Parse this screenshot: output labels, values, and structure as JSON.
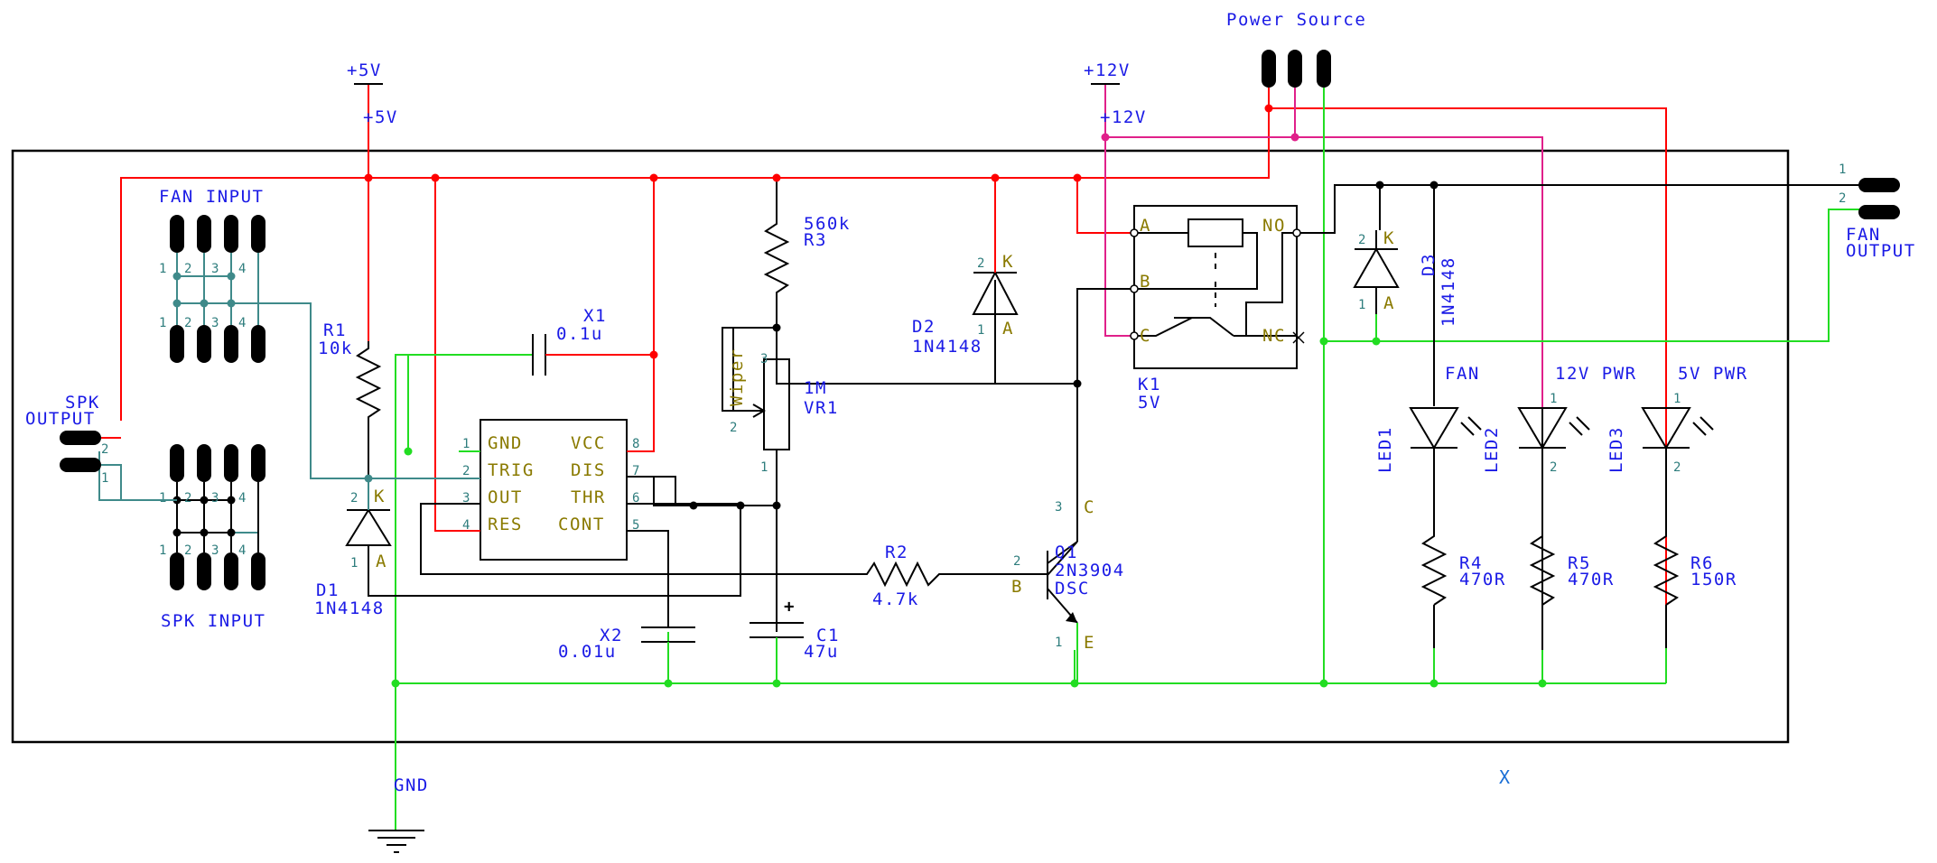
{
  "power": {
    "source_label": "Power Source",
    "v5_label": "+5V",
    "v5_net_label": "+5V",
    "v12_label": "+12V",
    "v12_net_label": "+12V",
    "gnd_label": "GND"
  },
  "connectors": {
    "fan_input": "FAN INPUT",
    "spk_input": "SPK INPUT",
    "spk_output_line1": "SPK",
    "spk_output_line2": "OUTPUT",
    "fan_output_line1": "FAN",
    "fan_output_line2": "OUTPUT",
    "header_pins": [
      "1",
      "2",
      "3",
      "4"
    ],
    "out_pins": [
      "1",
      "2"
    ]
  },
  "components": {
    "r1": {
      "ref": "R1",
      "value": "10k"
    },
    "r2": {
      "ref": "R2",
      "value": "4.7k"
    },
    "r3": {
      "value": "560k",
      "ref": "R3"
    },
    "r4": {
      "ref": "R4",
      "value": "470R"
    },
    "r5": {
      "ref": "R5",
      "value": "470R"
    },
    "r6": {
      "ref": "R6",
      "value": "150R"
    },
    "vr1": {
      "value": "1M",
      "ref": "VR1",
      "wiper": "Wiper"
    },
    "x1": {
      "ref": "X1",
      "value": "0.1u"
    },
    "x2": {
      "ref": "X2",
      "value": "0.01u"
    },
    "c1": {
      "ref": "C1",
      "value": "47u",
      "plus": "+"
    },
    "d1": {
      "ref": "D1",
      "value": "1N4148"
    },
    "d2": {
      "ref": "D2",
      "value": "1N4148"
    },
    "d3": {
      "ref": "D3",
      "value": "1N4148"
    },
    "q1": {
      "ref": "Q1",
      "value": "2N3904",
      "pkg": "DSC",
      "b": "B",
      "c": "C",
      "e": "E"
    },
    "k1": {
      "ref": "K1",
      "value": "5V",
      "a": "A",
      "b": "B",
      "c": "C",
      "no": "NO",
      "nc": "NC"
    },
    "led1": {
      "ref": "LED1",
      "title": "FAN"
    },
    "led2": {
      "ref": "LED2",
      "title": "12V PWR"
    },
    "led3": {
      "ref": "LED3",
      "title": "5V PWR"
    },
    "ic555": {
      "left_pins": [
        {
          "num": "1",
          "name": "GND"
        },
        {
          "num": "2",
          "name": "TRIG"
        },
        {
          "num": "3",
          "name": "OUT"
        },
        {
          "num": "4",
          "name": "RES"
        }
      ],
      "right_pins": [
        {
          "num": "8",
          "name": "VCC"
        },
        {
          "num": "7",
          "name": "DIS"
        },
        {
          "num": "6",
          "name": "THR"
        },
        {
          "num": "5",
          "name": "CONT"
        }
      ]
    },
    "diode_pins": {
      "anode": "A",
      "cathode": "K",
      "a_num": "1",
      "k_num": "2"
    }
  },
  "misc": {
    "x_mark": "X"
  },
  "colors": {
    "vcc5_net": "#ff0000",
    "vcc12_net": "#e0208a",
    "gnd_net": "#22dd22",
    "signal_net": "#000000",
    "input_net": "#3f8a8a",
    "label_blue": "#1a1ae6",
    "pin_label_olive": "#8a7a00"
  }
}
